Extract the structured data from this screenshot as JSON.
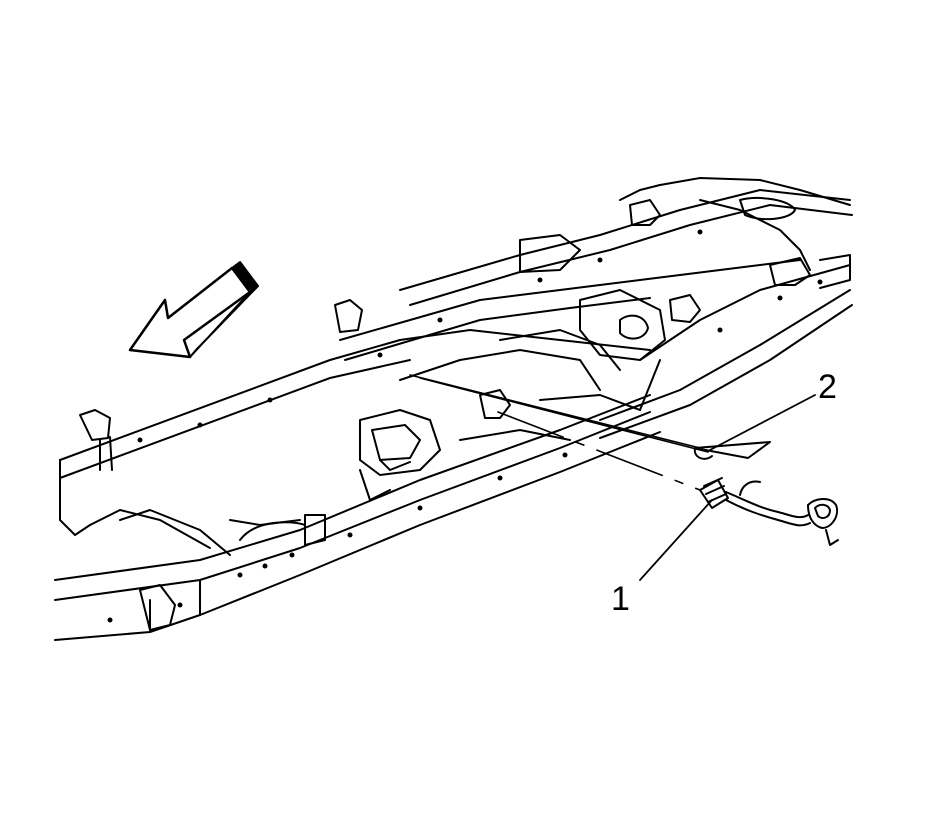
{
  "callouts": [
    {
      "id": "1",
      "label": "1"
    },
    {
      "id": "2",
      "label": "2"
    }
  ],
  "colors": {
    "ink": "#000000",
    "paper": "#ffffff"
  },
  "icons": {
    "direction_arrow": "front-direction-arrow-icon"
  }
}
